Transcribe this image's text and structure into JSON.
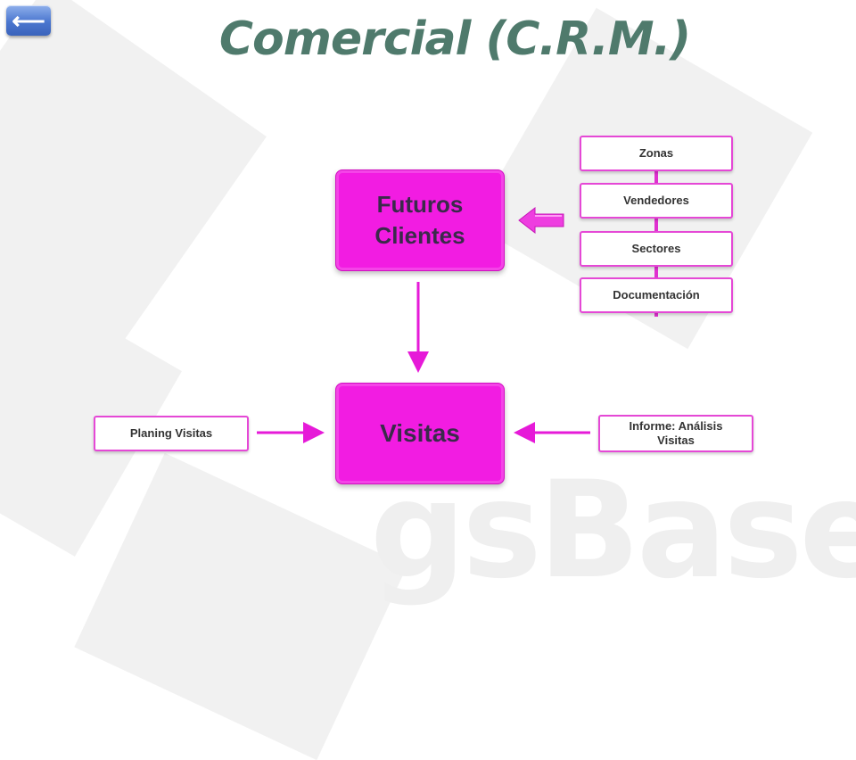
{
  "title": "Comercial (C.R.M.)",
  "back_button": {
    "glyph": "⟵",
    "icon": "back-arrow-icon"
  },
  "main_nodes": {
    "futuros_clientes": {
      "line1": "Futuros",
      "line2": "Clientes"
    },
    "visitas": "Visitas"
  },
  "side_items": [
    "Zonas",
    "Vendedores",
    "Sectores",
    "Documentación"
  ],
  "planing_visitas": "Planing Visitas",
  "informe": {
    "line1": "Informe: Análisis",
    "line2": "Visitas"
  },
  "watermark": "gsBase",
  "colors": {
    "node": "#f21ce2",
    "arrow": "#e61ad8",
    "title": "#4f7a6c",
    "button": "#4a76cf"
  }
}
